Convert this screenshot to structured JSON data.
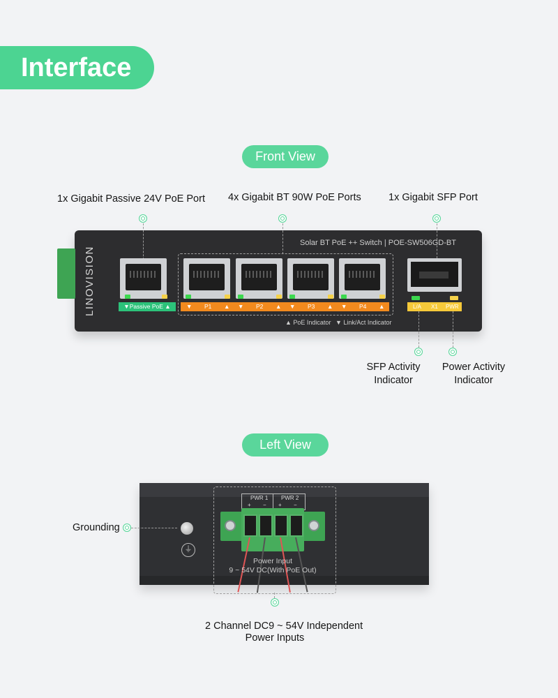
{
  "title": "Interface",
  "front": {
    "section": "Front View",
    "label_passive": "1x Gigabit Passive 24V PoE Port",
    "label_bt": "4x Gigabit BT 90W PoE Ports",
    "label_sfp": "1x Gigabit SFP Port",
    "brand": "LINOVISION",
    "model": "Solar BT PoE ++ Switch | POE-SW506GD-BT",
    "passive_strip": "▼Passive PoE ▲",
    "ports": [
      "P1",
      "P2",
      "P3",
      "P4"
    ],
    "legend_poe": "▲ PoE Indicator",
    "legend_link": "▼ Link/Act Indicator",
    "sfp_leds": [
      "L/A",
      "X1",
      "PWR"
    ],
    "sfp_activity_l1": "SFP Activity",
    "sfp_activity_l2": "Indicator",
    "power_activity_l1": "Power Activity",
    "power_activity_l2": "Indicator"
  },
  "left": {
    "section": "Left View",
    "grounding": "Grounding",
    "pwr1": "PWR 1",
    "pwr2": "PWR 2",
    "plus": "+",
    "minus": "−",
    "ground_symbol": "⏚",
    "power_input_l1": "Power Input",
    "power_input_l2": "9 ~ 54V DC(With PoE Out)",
    "inputs_l1": "2 Channel DC9 ~ 54V Independent",
    "inputs_l2": "Power Inputs"
  },
  "colors": {
    "accent": "#4cd492",
    "poe_strip": "#f28a1e",
    "passive_strip": "#2cc27a",
    "sfp_strip": "#f6c93a"
  }
}
